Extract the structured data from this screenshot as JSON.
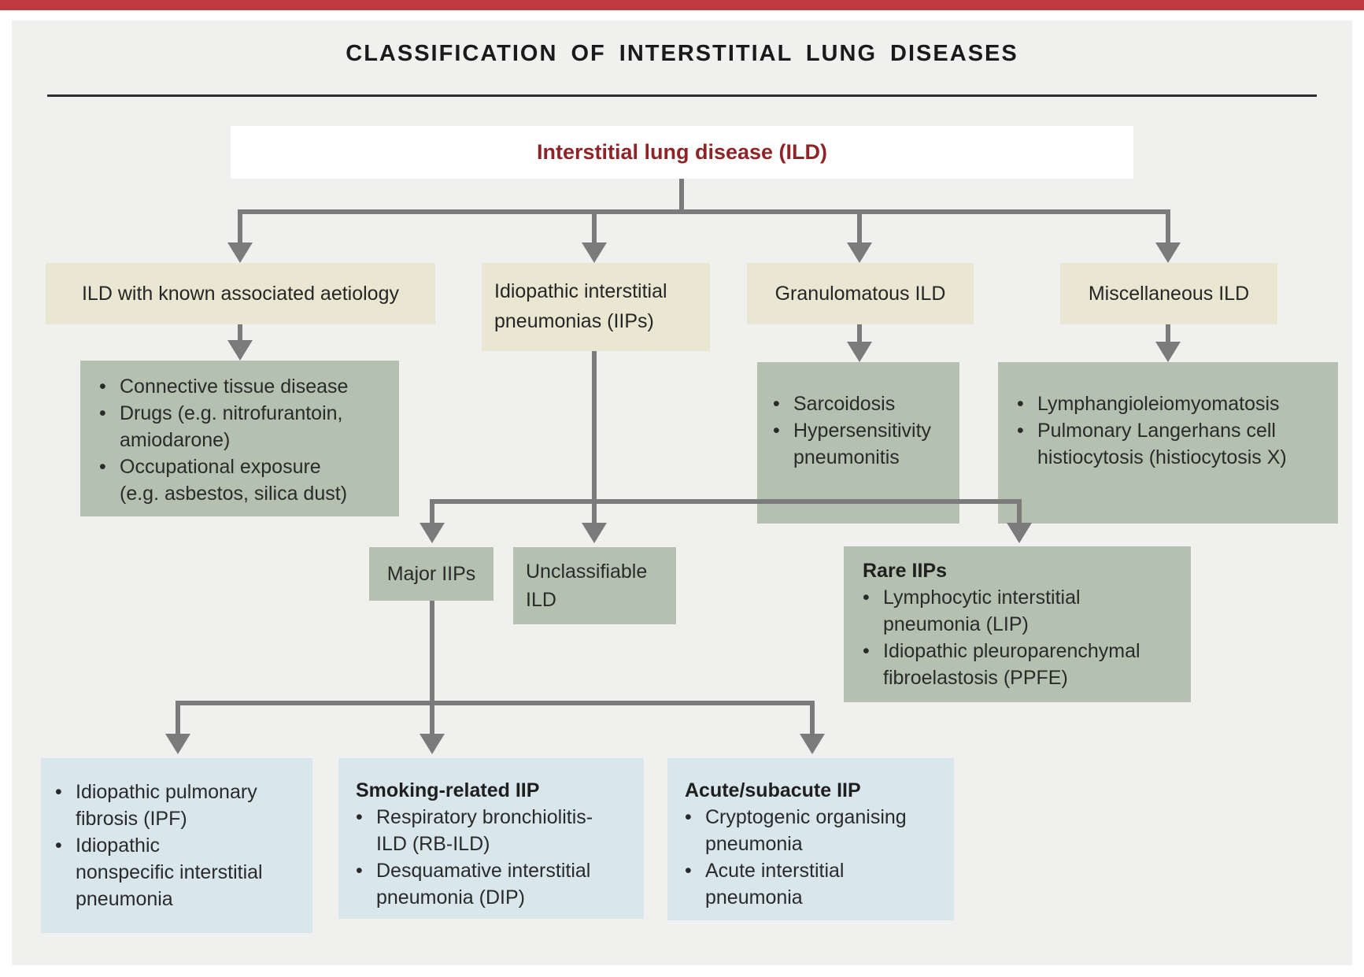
{
  "page": {
    "title": "CLASSIFICATION OF INTERSTITIAL LUNG DISEASES"
  },
  "colors": {
    "accent_bar": "#c0393e",
    "panel_bg": "#f0f0ee",
    "level1_bg": "#e9e6d2",
    "detail_bg": "#b4c1b0",
    "leaf_bg": "#d9e6ec",
    "root_text": "#8c2428",
    "connector": "#7b7b7b"
  },
  "root": {
    "label": "Interstitial lung disease (ILD)"
  },
  "level1": [
    {
      "label": "ILD with known associated aetiology"
    },
    {
      "lines": [
        "Idiopathic interstitial",
        "pneumonias (IIPs)"
      ]
    },
    {
      "label": "Granulomatous ILD"
    },
    {
      "label": "Miscellaneous ILD"
    }
  ],
  "boxes": {
    "aetiology_detail": {
      "bullets": [
        [
          "Connective tissue disease"
        ],
        [
          "Drugs (e.g. nitrofurantoin,",
          "amiodarone)"
        ],
        [
          "Occupational exposure",
          "(e.g. asbestos, silica dust)"
        ]
      ]
    },
    "granulomatous_detail": {
      "bullets": [
        [
          "Sarcoidosis"
        ],
        [
          "Hypersensitivity",
          "pneumonitis"
        ]
      ]
    },
    "miscellaneous_detail": {
      "bullets": [
        [
          "Lymphangioleiomyomatosis"
        ],
        [
          "Pulmonary Langerhans cell",
          "histiocytosis (histiocytosis X)"
        ]
      ]
    },
    "major_iips": {
      "label": "Major IIPs"
    },
    "unclassifiable": {
      "lines": [
        "Unclassifiable",
        "ILD"
      ]
    },
    "rare_iips": {
      "title": "Rare IIPs",
      "bullets": [
        [
          "Lymphocytic interstitial",
          "pneumonia (LIP)"
        ],
        [
          "Idiopathic pleuroparenchymal",
          "fibroelastosis (PPFE)"
        ]
      ]
    },
    "ipf_group": {
      "bullets": [
        [
          "Idiopathic pulmonary",
          "fibrosis (IPF)"
        ],
        [
          "Idiopathic",
          "nonspecific interstitial",
          "pneumonia"
        ]
      ]
    },
    "smoking_group": {
      "title": "Smoking-related IIP",
      "bullets": [
        [
          "Respiratory bronchiolitis-",
          "ILD (RB-ILD)"
        ],
        [
          "Desquamative interstitial",
          "pneumonia (DIP)"
        ]
      ]
    },
    "acute_group": {
      "title": "Acute/subacute IIP",
      "bullets": [
        [
          "Cryptogenic organising",
          "pneumonia"
        ],
        [
          "Acute interstitial",
          "pneumonia"
        ]
      ]
    }
  }
}
